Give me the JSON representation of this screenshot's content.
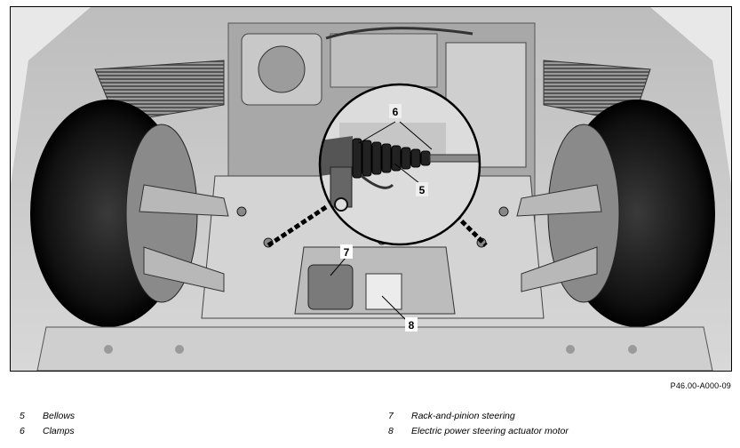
{
  "figure": {
    "id": "P46.00-A000-09",
    "callouts": [
      "6",
      "5",
      "7",
      "8"
    ]
  },
  "legend": {
    "left": [
      {
        "num": "5",
        "label": "Bellows"
      },
      {
        "num": "6",
        "label": "Clamps"
      }
    ],
    "right": [
      {
        "num": "7",
        "label": "Rack-and-pinion steering"
      },
      {
        "num": "8",
        "label": "Electric power steering actuator motor"
      }
    ]
  }
}
